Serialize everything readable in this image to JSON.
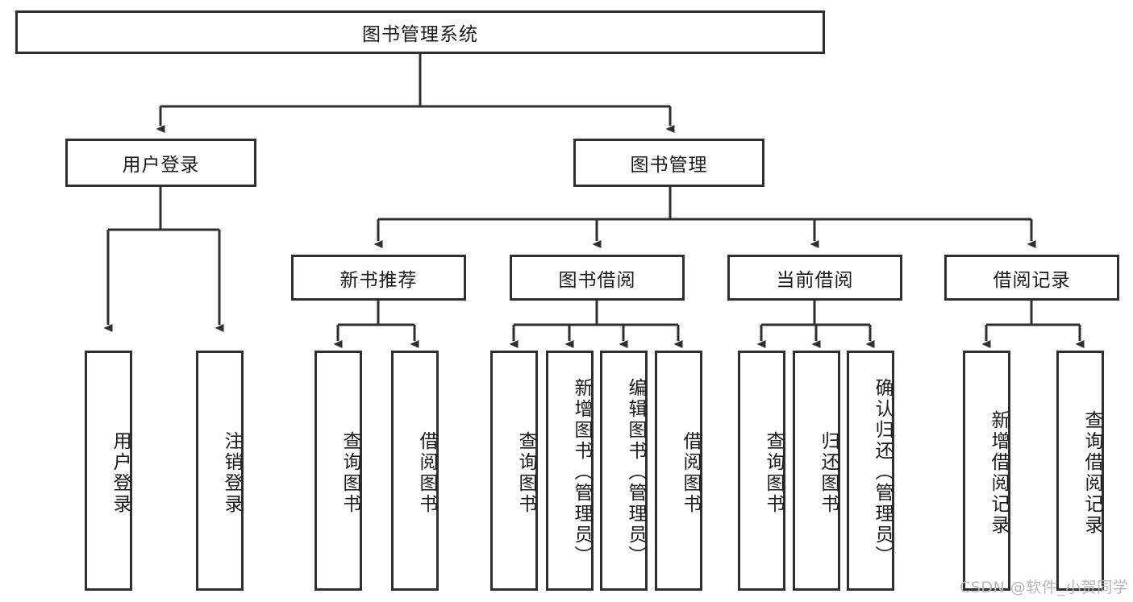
{
  "diagram": {
    "title": "图书管理系统",
    "type": "tree-hierarchy-diagram",
    "root": {
      "label": "图书管理系统"
    },
    "level2": [
      {
        "label": "用户登录"
      },
      {
        "label": "图书管理"
      }
    ],
    "level3": [
      {
        "label": "新书推荐"
      },
      {
        "label": "图书借阅"
      },
      {
        "label": "当前借阅"
      },
      {
        "label": "借阅记录"
      }
    ],
    "leaves": {
      "user_login": [
        {
          "label": "用户登录"
        },
        {
          "label": "注销登录"
        }
      ],
      "new_book_recommend": [
        {
          "label": "查询图书"
        },
        {
          "label": "借阅图书"
        }
      ],
      "book_borrow": [
        {
          "label": "查询图书"
        },
        {
          "label": "新增图书（管理员）"
        },
        {
          "label": "编辑图书（管理员）"
        },
        {
          "label": "借阅图书"
        }
      ],
      "current_borrow": [
        {
          "label": "查询图书"
        },
        {
          "label": "归还图书"
        },
        {
          "label": "确认归还（管理员）"
        }
      ],
      "borrow_record": [
        {
          "label": "新增借阅记录"
        },
        {
          "label": "查询借阅记录"
        }
      ]
    }
  },
  "watermark": {
    "text": "CSDN @软件_小贺同学"
  },
  "colors": {
    "stroke": "#2f2f2f",
    "background": "#ffffff",
    "text": "#1a1a1a",
    "watermark": "#b7b7b7"
  }
}
